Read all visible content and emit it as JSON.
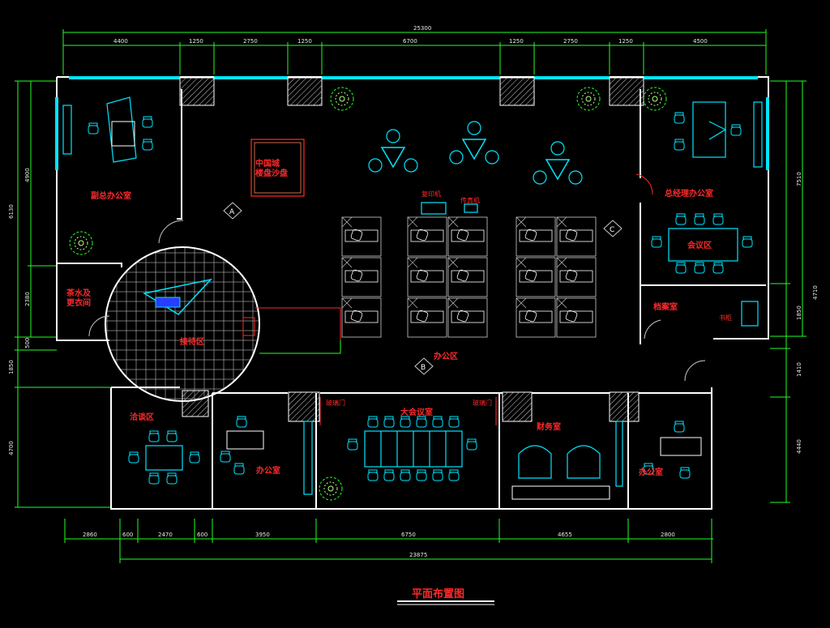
{
  "drawing": {
    "title": "平面布置图",
    "colors": {
      "wall": "#ffffff",
      "furniture": "#00e5ff",
      "text": "#ff2a2a",
      "dimension": "#22ff22",
      "background": "#000000"
    }
  },
  "dims_top": {
    "overall": "25300",
    "segments": [
      "4400",
      "1250",
      "2750",
      "1250",
      "6700",
      "1250",
      "2750",
      "1250",
      "4500"
    ]
  },
  "dims_bottom": {
    "overall": "23875",
    "segments": [
      "2860",
      "600",
      "2470",
      "600",
      "3950",
      "6750",
      "4655",
      "2800"
    ]
  },
  "dims_left": [
    "4900",
    "6130",
    "2380",
    "500",
    "1850",
    "4700"
  ],
  "dims_right": [
    "7510",
    "4710",
    "1850",
    "1410",
    "4440"
  ],
  "rooms": {
    "vice_gm": "副总办公室",
    "gm": "总经理办公室",
    "meeting": "会议区",
    "archive": "档案室",
    "tea": "茶水及\n更衣间",
    "reception": "接待区",
    "negotiation": "洽谈区",
    "office_left": "办公室",
    "big_meeting": "大会议室",
    "finance": "财务室",
    "office_right": "办公室",
    "open_office": "办公区",
    "sand_table": "中国城\n楼盘沙盘",
    "printer": "复印机",
    "fax": "传真机",
    "cabinet": "书柜",
    "glass_door": "玻璃门"
  },
  "axis_bubbles": [
    "A",
    "B",
    "C"
  ]
}
